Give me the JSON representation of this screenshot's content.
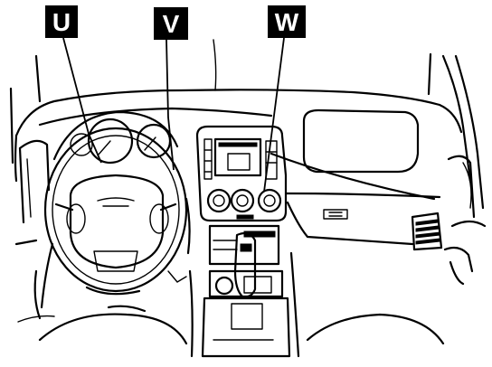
{
  "diagram": {
    "callouts": [
      {
        "id": "U",
        "label": "U"
      },
      {
        "id": "V",
        "label": "V"
      },
      {
        "id": "W",
        "label": "W"
      }
    ],
    "colors": {
      "ink": "#000000",
      "paper": "#ffffff",
      "label_text": "#ffffff"
    }
  }
}
